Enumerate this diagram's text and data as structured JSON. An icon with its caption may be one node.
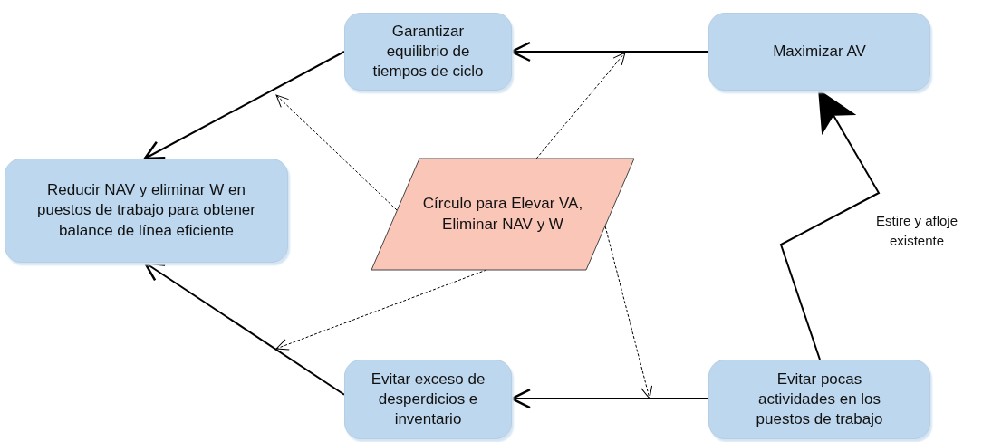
{
  "diagram": {
    "nodes": [
      {
        "text": [
          "Garantizar equilibrio de tiempos de ciclo"
        ]
      },
      {
        "text": [
          "Maximizar AV"
        ]
      },
      {
        "text": [
          "Reducir NAV y eliminar W en puestos de trabajo para obtener balance de línea eficiente"
        ]
      },
      {
        "text": [
          "Círculo para Elevar VA, Eliminar NAV y W"
        ]
      },
      {
        "text": [
          "Evitar exceso de desperdicios e inventario"
        ]
      },
      {
        "text": [
          "Evitar pocas actividades en los puestos de trabajo"
        ]
      }
    ],
    "edges": [
      {
        "from": 1,
        "to": 0,
        "arrow": "to"
      },
      {
        "from": 0,
        "to": 2,
        "arrow": "to"
      },
      {
        "from": 4,
        "to": 2,
        "arrow": "to"
      },
      {
        "from": 5,
        "to": 4,
        "arrow": "to"
      },
      {
        "from": 5,
        "to": 1,
        "arrow": "to",
        "label": "Estire y afloje existente"
      },
      {
        "from": 3,
        "to": null,
        "arrow": "to",
        "style": "dashed"
      },
      {
        "from": 3,
        "to": null,
        "arrow": "to",
        "style": "dashed"
      },
      {
        "from": 3,
        "to": null,
        "arrow": "to",
        "style": "dashed"
      },
      {
        "from": 3,
        "to": null,
        "arrow": "to",
        "style": "dashed"
      }
    ]
  }
}
